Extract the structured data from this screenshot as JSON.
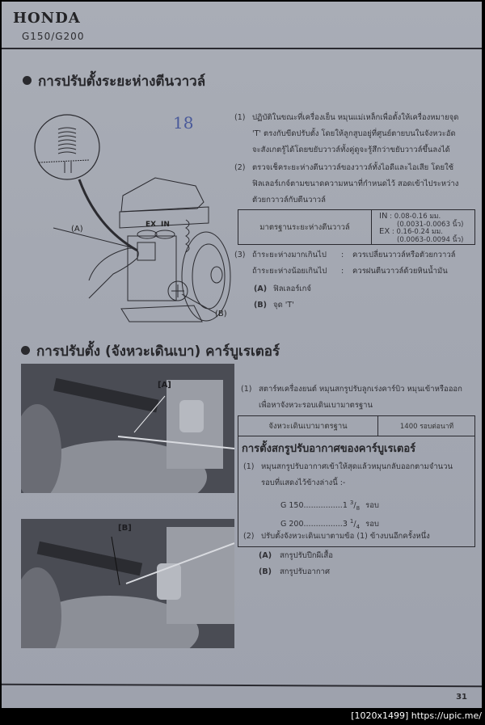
{
  "header": {
    "brand": "HONDA",
    "model": "G150/G200"
  },
  "section1": {
    "title": "การปรับตั้งระยะห่างตีนวาวล์",
    "handwritten_note": "18",
    "diagram_labels": {
      "a": "(A)",
      "b": "(B)",
      "ex": "EX",
      "in": "IN"
    },
    "steps": [
      {
        "num": "(1)",
        "lines": [
          "ปฏิบัติในขณะที่เครื่องเย็น   หมุนแม่เหล็กเพื่อตั้งให้เครื่องหมายจุด",
          "'T'   ตรงกับขีดปรับตั้ง  โดยให้ลูกสูบอยู่ที่ศูนย์ตายบนในจังหวะอัด",
          "จะสังเกตรู้ได้โดยขยับวาวล์ทั้งคู่ดูจะรู้สึกว่าขยับวาวล์ขึ้นลงได้"
        ]
      },
      {
        "num": "(2)",
        "lines": [
          "ตรวจเช็คระยะห่างตีนวาวล์ของวาวล์ทั้งไอดีและไอเสีย   โดยใช้",
          "ฟิลเลอร์เกจ์ตามขนาดความหนาที่กำหนดไว้  สอดเข้าไประหว่าง",
          "ตัวยกวาวล์กับตีนวาวล์"
        ]
      }
    ],
    "spec_table": {
      "label": "มาตรฐานระยะห่างตีนวาวล์",
      "in_label": "IN",
      "in_mm": ": 0.08-0.16 มม.",
      "in_inch": "(0.0031-0.0063 นิ้ว)",
      "ex_label": "EX",
      "ex_mm": ": 0.16-0.24 มม.",
      "ex_inch": "(0.0063-0.0094 นิ้ว)"
    },
    "step3": {
      "num": "(3)",
      "rows": [
        {
          "cond": "ถ้าระยะห่างมากเกินไป",
          "sep": ":",
          "action": "ควรเปลี่ยนวาวล์หรือตัวยกวาวล์"
        },
        {
          "cond": "ถ้าระยะห่างน้อยเกินไป",
          "sep": ":",
          "action": "ควรฝนตีนวาวล์ด้วยหินน้ำมัน"
        }
      ]
    },
    "legend": [
      {
        "key": "(A)",
        "text": "ฟิลเลอร์เกจ์"
      },
      {
        "key": "(B)",
        "text": "จุด 'T'"
      }
    ]
  },
  "section2": {
    "title": "การปรับตั้ง (จังหวะเดินเบา) คาร์บูเรเตอร์",
    "photo_labels": {
      "a": "[A]",
      "b": "[B]"
    },
    "step1": {
      "num": "(1)",
      "lines": [
        "สตาร์ทเครื่องยนต์   หมุนสกรูปรับลูกเร่งคาร์บิว  หมุนเข้าหรือออก",
        "เพื่อหาจังหวะรอบเดินเบามาตรฐาน"
      ]
    },
    "idle_table": {
      "label": "จังหวะเดินเบามาตรฐาน",
      "value": "1400 รอบต่อนาที"
    },
    "air_screw_box": {
      "title": "การตั้งสกรูปรับอากาศของคาร์บูเรเตอร์",
      "step1_num": "(1)",
      "step1_lines": [
        "หมุนสกรูปรับอากาศเข้าให้สุดแล้วหมุนกลับออกตามจำนวน",
        "รอบที่แสดงไว้ข้างล่างนี้ :-"
      ],
      "models": [
        {
          "model": "G 150",
          "dots": "................",
          "whole": "1",
          "num": "3",
          "den": "8",
          "unit": "รอบ"
        },
        {
          "model": "G 200",
          "dots": "................",
          "whole": "3",
          "num": "1",
          "den": "4",
          "unit": "รอบ"
        }
      ],
      "step2_num": "(2)",
      "step2_text": "ปรับตั้งจังหวะเดินเบาตามข้อ (1) ข้างบนอีกครั้งหนึ่ง"
    },
    "legend": [
      {
        "key": "(A)",
        "text": "สกรูปรับปีกผีเสื้อ"
      },
      {
        "key": "(B)",
        "text": "สกรูปรับอากาศ"
      }
    ]
  },
  "footer": {
    "page_number": "31",
    "watermark": "[1020x1499] https://upic.me/"
  }
}
